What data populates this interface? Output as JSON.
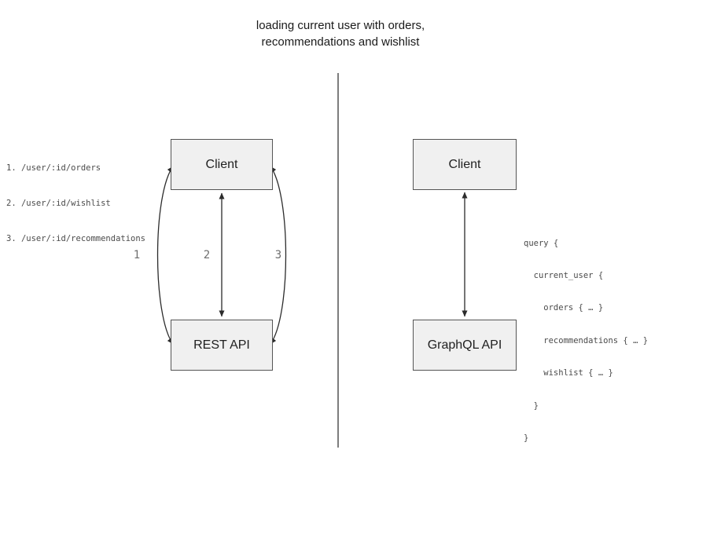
{
  "title": {
    "line1": "loading current user with orders,",
    "line2": "recommendations and wishlist"
  },
  "left_panel": {
    "endpoints": [
      "1. /user/:id/orders",
      "2. /user/:id/wishlist",
      "3. /user/:id/recommendations"
    ],
    "client_label": "Client",
    "api_label": "REST API",
    "arrow_labels": [
      "1",
      "2",
      "3"
    ]
  },
  "right_panel": {
    "client_label": "Client",
    "api_label": "GraphQL API",
    "query_lines": [
      "query {",
      "  current_user {",
      "    orders { … }",
      "    recommendations { … }",
      "    wishlist { … }",
      "  }",
      "}"
    ]
  },
  "colors": {
    "box_fill": "#f0f0f0",
    "box_border": "#555555",
    "arrow_stroke": "#2b2b2b",
    "divider": "#7d7d7d",
    "label_gray": "#6e6e6e",
    "code_gray": "#4a4a4a",
    "text_dark": "#1a1a1a"
  }
}
